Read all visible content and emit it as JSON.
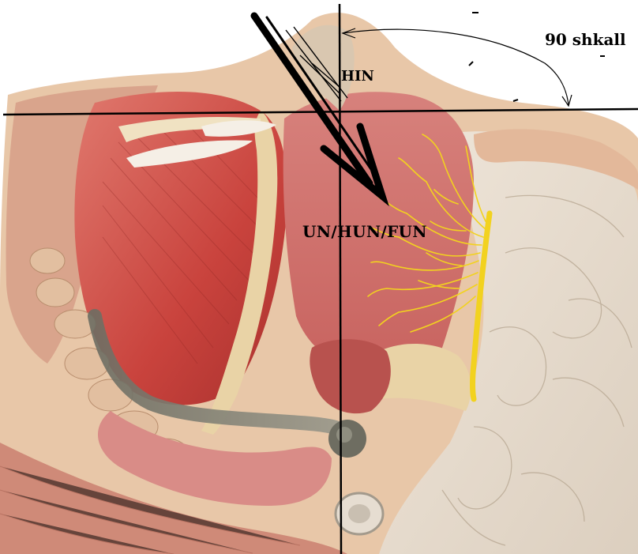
{
  "labels": {
    "angle": "90 shkall",
    "upper": "HIN",
    "lower": "UN/HUN/FUN"
  },
  "colors": {
    "muscle": "#c9433d",
    "tissue_pink": "#d98c87",
    "bone": "#e9d3a6",
    "brain": "#e7ddd0",
    "nerve": "#f2d21f",
    "guide_lines": "#000000"
  },
  "icons": [
    "arrow-icon",
    "angle-arc-icon"
  ]
}
